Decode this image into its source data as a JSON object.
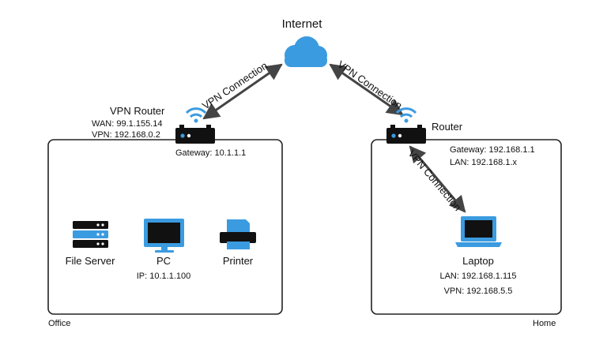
{
  "internet": {
    "label": "Internet"
  },
  "connections": {
    "vpn_office": "VPN Connection",
    "vpn_home": "VPN Connection",
    "vpn_laptop": "VPN Connection"
  },
  "office": {
    "zone_label": "Office",
    "vpn_router": {
      "title": "VPN Router",
      "wan": "WAN: 99.1.155.14",
      "vpn": "VPN: 192.168.0.2",
      "gateway": "Gateway: 10.1.1.1"
    },
    "devices": {
      "file_server": "File Server",
      "pc": "PC",
      "pc_ip": "IP: 10.1.1.100",
      "printer": "Printer"
    }
  },
  "home": {
    "zone_label": "Home",
    "router": {
      "title": "Router",
      "gateway": "Gateway: 192.168.1.1",
      "lan": "LAN: 192.168.1.x"
    },
    "laptop": {
      "label": "Laptop",
      "lan": "LAN: 192.168.1.115",
      "vpn": "VPN: 192.168.5.5"
    }
  },
  "colors": {
    "accent_blue": "#3b9be0",
    "device_dark": "#111111",
    "arrow": "#444444",
    "border": "#222222"
  },
  "icons": [
    "cloud-icon",
    "wifi-router-icon",
    "server-icon",
    "monitor-icon",
    "printer-icon",
    "laptop-icon"
  ]
}
